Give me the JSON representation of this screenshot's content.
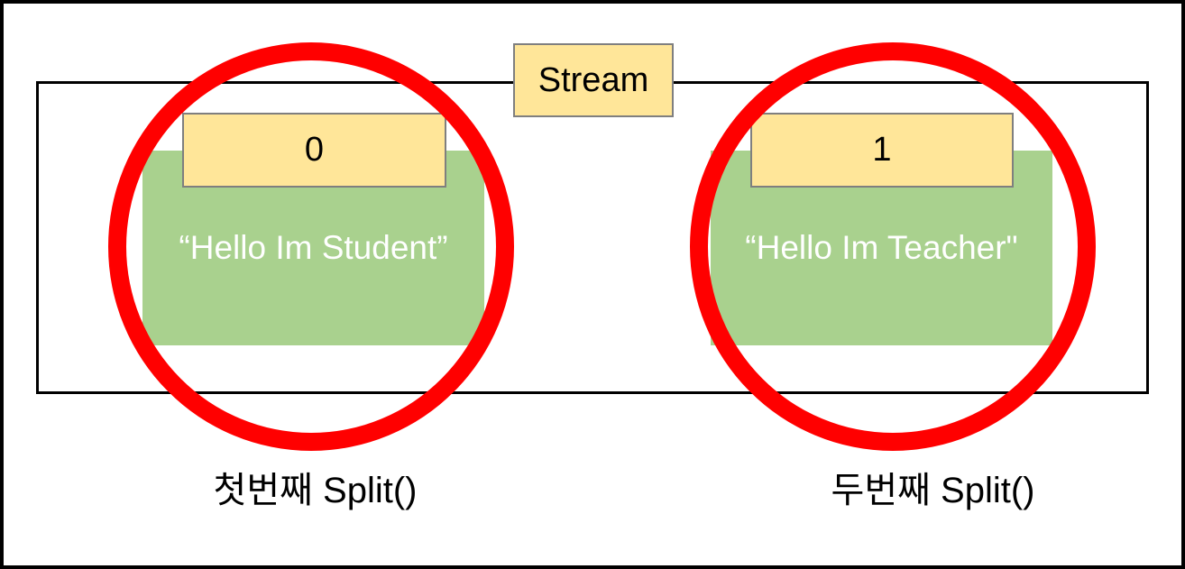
{
  "diagram": {
    "stream": {
      "label": "Stream"
    },
    "splits": [
      {
        "index": "0",
        "value": "“Hello Im Student”",
        "caption": "첫번째 Split()"
      },
      {
        "index": "1",
        "value": "“Hello Im Teacher\"",
        "caption": "두번째 Split()"
      }
    ]
  },
  "colors": {
    "box_yellow": "#FFE699",
    "box_border_gray": "#7F7F7F",
    "value_green": "#A9D18E",
    "annotation_red": "#FF0000",
    "outline_black": "#000000",
    "value_text_white": "#FFFFFF"
  }
}
